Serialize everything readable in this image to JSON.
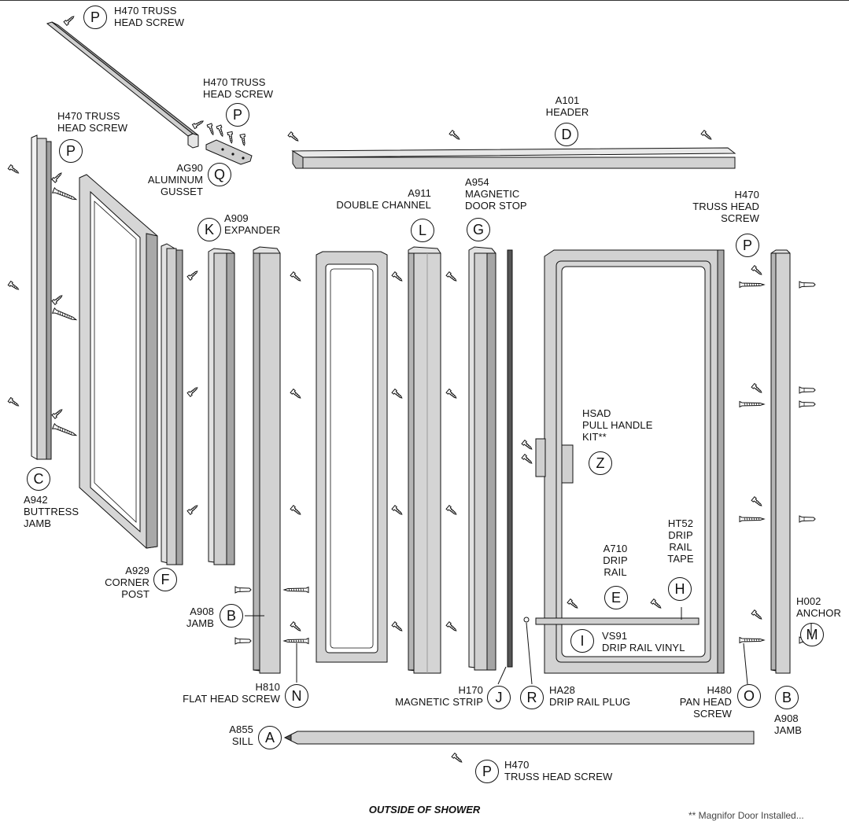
{
  "colors": {
    "part_fill": "#d6d6d6",
    "part_dark": "#a8a8a8",
    "outline": "#1a1a1a",
    "glass": "#ffffff"
  },
  "labels": {
    "p_top": {
      "letter": "P",
      "lines": [
        "H470 TRUSS",
        "HEAD SCREW"
      ]
    },
    "p_gusset": {
      "letter": "P",
      "lines": [
        "H470 TRUSS",
        "HEAD SCREW"
      ]
    },
    "p_left": {
      "letter": "P",
      "lines": [
        "H470 TRUSS",
        "HEAD SCREW"
      ]
    },
    "d_header": {
      "letter": "D",
      "lines": [
        "A101",
        "HEADER"
      ]
    },
    "q_gusset": {
      "letter": "Q",
      "lines": [
        "AG90",
        "ALUMINUM",
        "GUSSET"
      ]
    },
    "l_channel": {
      "letter": "L",
      "lines": [
        "A911",
        "DOUBLE CHANNEL"
      ]
    },
    "g_doorstop": {
      "letter": "G",
      "lines": [
        "A954",
        "MAGNETIC",
        "DOOR STOP"
      ]
    },
    "k_expander": {
      "letter": "K",
      "lines": [
        "A909",
        "EXPANDER"
      ]
    },
    "p_right": {
      "letter": "P",
      "lines": [
        "H470",
        "TRUSS HEAD",
        "SCREW"
      ]
    },
    "c_jamb": {
      "letter": "C",
      "lines": [
        "A942",
        "BUTTRESS",
        "JAMB"
      ]
    },
    "z_handle": {
      "letter": "Z",
      "lines": [
        "HSAD",
        "PULL HANDLE",
        "KIT**"
      ]
    },
    "f_post": {
      "letter": "F",
      "lines": [
        "A929",
        "CORNER",
        "POST"
      ]
    },
    "e_driprail": {
      "letter": "E",
      "lines": [
        "A710",
        "DRIP",
        "RAIL"
      ]
    },
    "h_tape": {
      "letter": "H",
      "lines": [
        "HT52",
        "DRIP",
        "RAIL",
        "TAPE"
      ]
    },
    "m_anchor": {
      "letter": "M",
      "lines": [
        "H002",
        "ANCHOR"
      ]
    },
    "b_jamb_left": {
      "letter": "B",
      "lines": [
        "A908",
        "JAMB"
      ]
    },
    "i_vinyl": {
      "letter": "I",
      "lines": [
        "VS91",
        "DRIP RAIL VINYL"
      ]
    },
    "n_flathead": {
      "letter": "N",
      "lines": [
        "H810",
        "FLAT HEAD SCREW"
      ]
    },
    "j_strip": {
      "letter": "J",
      "lines": [
        "H170",
        "MAGNETIC STRIP"
      ]
    },
    "r_plug": {
      "letter": "R",
      "lines": [
        "HA28",
        "DRIP RAIL PLUG"
      ]
    },
    "o_panhead": {
      "letter": "O",
      "lines": [
        "H480",
        "PAN HEAD",
        "SCREW"
      ]
    },
    "b_jamb_right": {
      "letter": "B",
      "lines": [
        "A908",
        "JAMB"
      ]
    },
    "a_sill": {
      "letter": "A",
      "lines": [
        "A855",
        "SILL"
      ]
    },
    "p_bottom": {
      "letter": "P",
      "lines": [
        "H470",
        "TRUSS HEAD SCREW"
      ]
    }
  },
  "footer": {
    "title": "OUTSIDE OF SHOWER",
    "note": "** Magnifor Door Installed..."
  }
}
